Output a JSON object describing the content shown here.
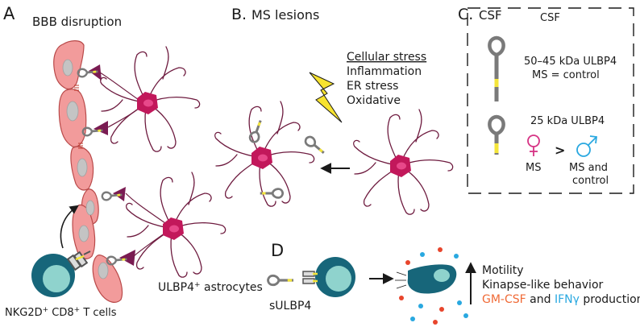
{
  "panels": {
    "a": {
      "letter": "A",
      "title": "BBB disruption",
      "tcell_pre": "NKG2D",
      "tcell_sup1": "+",
      "tcell_mid": " CD8",
      "tcell_sup2": "+",
      "tcell_post": " T cells",
      "astro_pre": "ULBP4",
      "astro_sup": "+",
      "astro_post": " astrocytes"
    },
    "b": {
      "letter": "B.",
      "title": "MS lesions",
      "stress_heading": "Cellular stress",
      "stress_items": [
        "Inflammation",
        "ER stress",
        "Oxidative"
      ]
    },
    "c": {
      "letter": "C.",
      "title": "CSF",
      "box_title": "CSF",
      "large_label": "50–45 kDa ULBP4",
      "large_comparison": "MS = control",
      "small_label": "25 kDa ULBP4",
      "female_label": "MS",
      "greater_than": ">",
      "male_label_1": "MS and",
      "male_label_2": "control"
    },
    "d": {
      "letter": "D",
      "soluble_label": "sULBP4",
      "effects": [
        "Motility",
        "Kinapse-like behavior"
      ],
      "cytokine_1": "GM-CSF",
      "cytokine_joiner": " and ",
      "cytokine_2": "IFNγ",
      "cytokine_suffix": " production"
    }
  },
  "colors": {
    "endothelial_fill": "#f29b9b",
    "endothelial_stroke": "#b94a4a",
    "nucleus": "#c4c4c4",
    "astro_body": "#c2185b",
    "astro_process": "#6e1b3f",
    "astro_nucleus": "#e8488a",
    "tcell_dark": "#17667a",
    "tcell_light": "#8fd3cd",
    "ligand_yellow": "#f4e53a",
    "bolt": "#f7e330",
    "female": "#d63384",
    "male": "#29a8e0",
    "gmcsf": "#f06a36",
    "ifng": "#29a8e0",
    "dot_red": "#e8452c",
    "dot_blue": "#29a8e0"
  }
}
